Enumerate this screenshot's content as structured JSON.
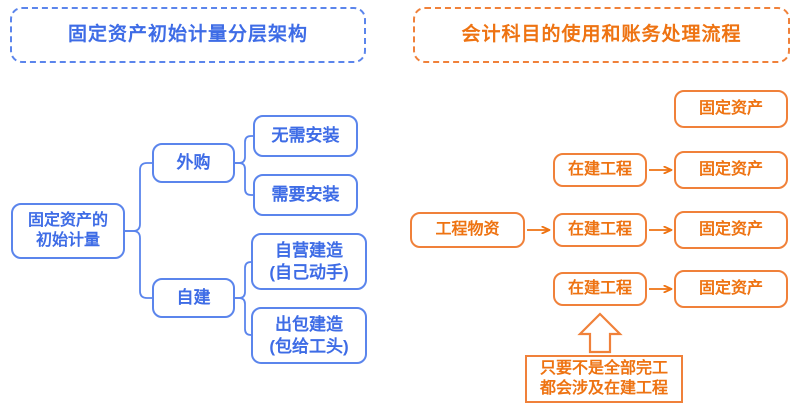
{
  "left_panel": {
    "title": "固定资产初始计量分层架构",
    "accent_color": "#4a7bec",
    "root_label": "固定资产的\n初始计量",
    "level1": [
      {
        "label": "外购"
      },
      {
        "label": "自建"
      }
    ],
    "level2": [
      {
        "label": "无需安装"
      },
      {
        "label": "需要安装"
      },
      {
        "label": "自营建造\n(自己动手)"
      },
      {
        "label": "出包建造\n(包给工头)"
      }
    ]
  },
  "right_panel": {
    "title": "会计科目的使用和账务处理流程",
    "accent_color": "#ED7D31",
    "rows": [
      {
        "boxes": [
          "固定资产"
        ]
      },
      {
        "boxes": [
          "在建工程",
          "固定资产"
        ]
      },
      {
        "boxes": [
          "工程物资",
          "在建工程",
          "固定资产"
        ]
      },
      {
        "boxes": [
          "在建工程",
          "固定资产"
        ]
      }
    ],
    "note": "只要不是全部完工\n都会涉及在建工程"
  }
}
